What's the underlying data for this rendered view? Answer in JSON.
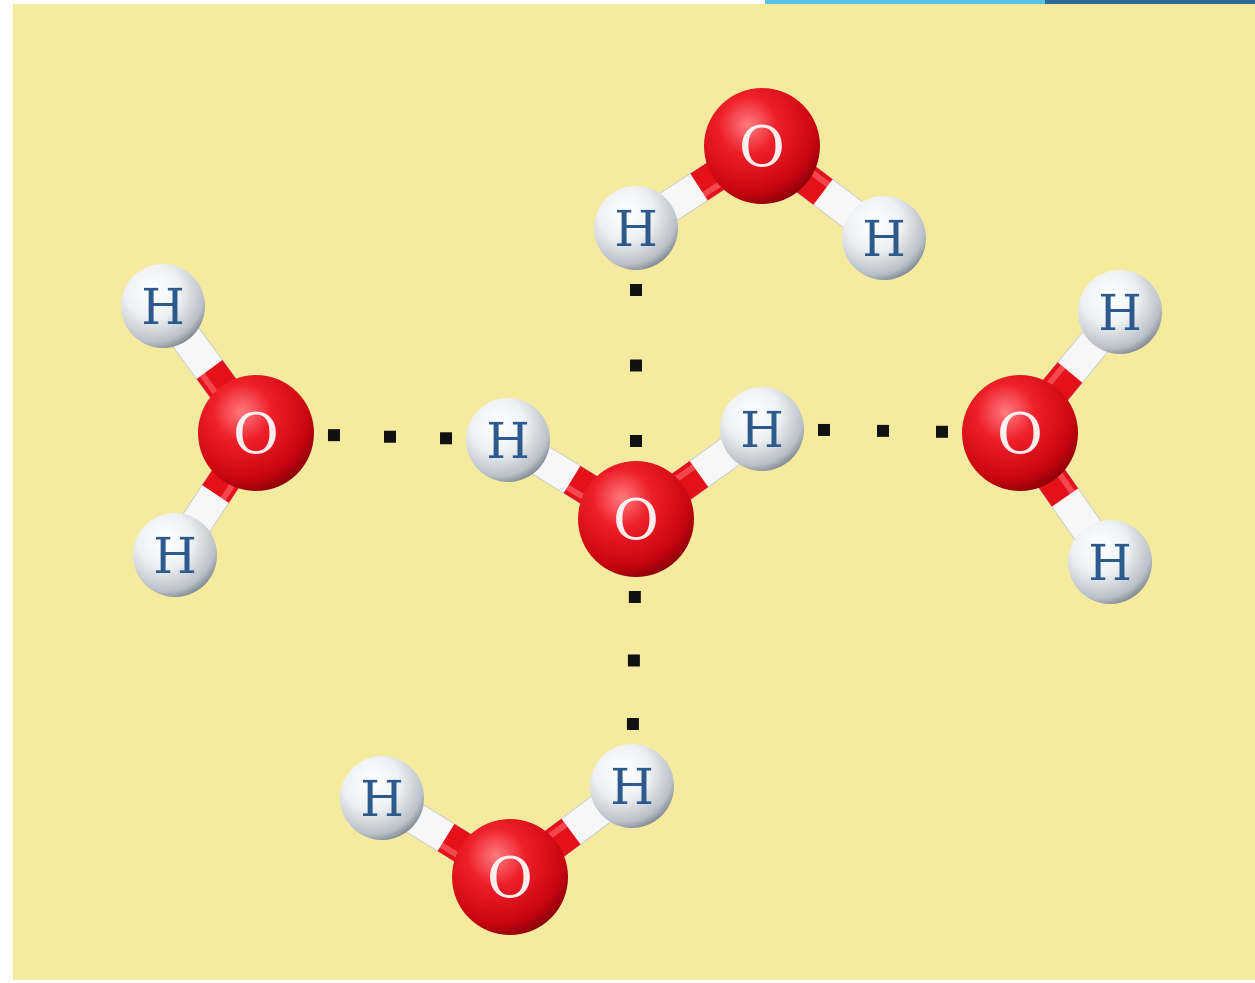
{
  "colors": {
    "background": "#f5eb9e",
    "oxygen": "#e4111b",
    "oxygen_dark": "#9e0008",
    "hydrogen": "#f4f6f8",
    "hydrogen_dark": "#8b929b",
    "bond_white": "#f7f7f7",
    "label": "#2d5a8c",
    "hbond": "#111111",
    "strip_light": "#5bc2e4",
    "strip_dark": "#2e6b90"
  },
  "labels": {
    "oxygen": "O",
    "hydrogen": "H"
  },
  "molecules": [
    {
      "id": "central",
      "atoms": [
        "O",
        "H",
        "H"
      ]
    },
    {
      "id": "top",
      "atoms": [
        "O",
        "H",
        "H"
      ]
    },
    {
      "id": "left",
      "atoms": [
        "O",
        "H",
        "H"
      ]
    },
    {
      "id": "right",
      "atoms": [
        "O",
        "H",
        "H"
      ]
    },
    {
      "id": "bottom",
      "atoms": [
        "O",
        "H",
        "H"
      ]
    }
  ],
  "hydrogen_bonds": [
    {
      "from": "left.O",
      "to": "central.H"
    },
    {
      "from": "central.H",
      "to": "right.O"
    },
    {
      "from": "top.H",
      "to": "central.O"
    },
    {
      "from": "central.O",
      "to": "bottom.H"
    }
  ]
}
